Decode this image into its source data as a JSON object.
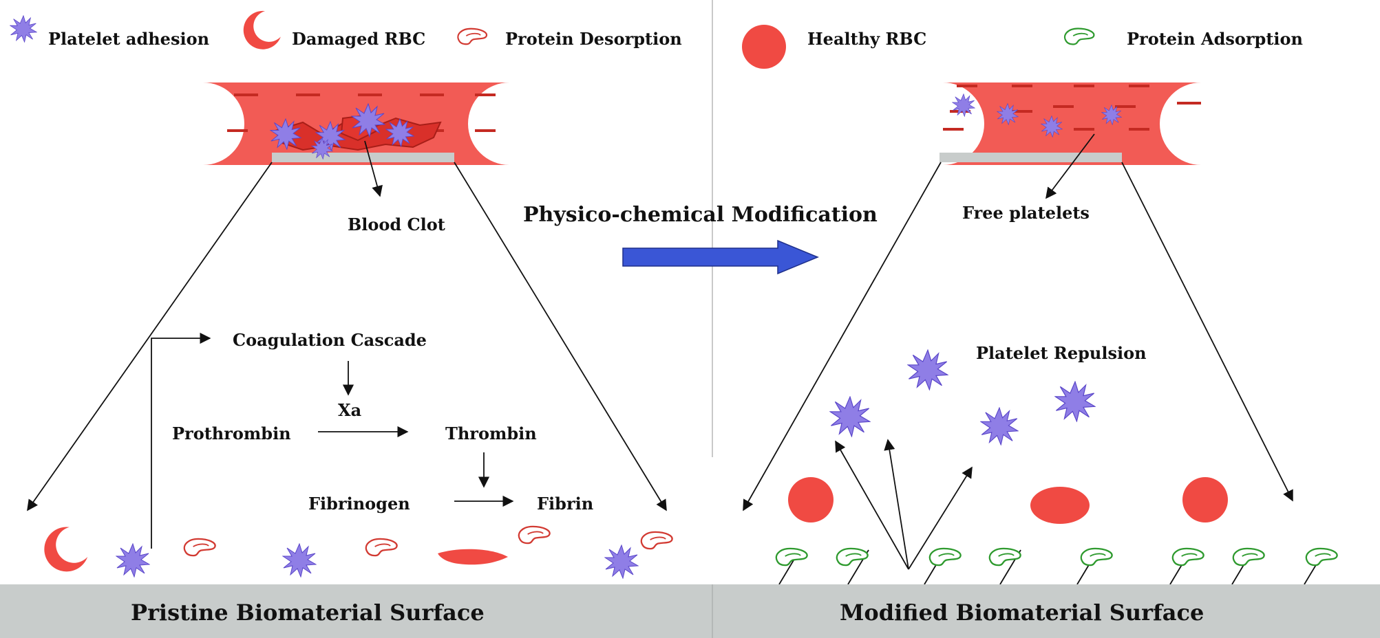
{
  "legend": {
    "platelet_adhesion": "Platelet adhesion",
    "damaged_rbc": "Damaged RBC",
    "protein_desorption": "Protein Desorption",
    "healthy_rbc": "Healthy RBC",
    "protein_adsorption": "Protein Adsorption"
  },
  "left": {
    "blood_clot": "Blood Clot",
    "coagulation_cascade": "Coagulation Cascade",
    "xa": "Xa",
    "prothrombin": "Prothrombin",
    "thrombin": "Thrombin",
    "fibrinogen": "Fibrinogen",
    "fibrin": "Fibrin",
    "surface": "Pristine Biomaterial Surface"
  },
  "center": {
    "modification": "Physico-chemical Modification"
  },
  "right": {
    "free_platelets": "Free platelets",
    "platelet_repulsion": "Platelet Repulsion",
    "surface": "Modified Biomaterial Surface"
  },
  "colors": {
    "rbc_red": "#f04a43",
    "vessel_red": "#f25b55",
    "vessel_dash": "#c42a22",
    "platelet_purple": "#8f7ee6",
    "protein_red": "#d23a32",
    "protein_green": "#2e9a2e",
    "surface_gray": "#c8cccb",
    "arrow_blue": "#3a56d6"
  }
}
